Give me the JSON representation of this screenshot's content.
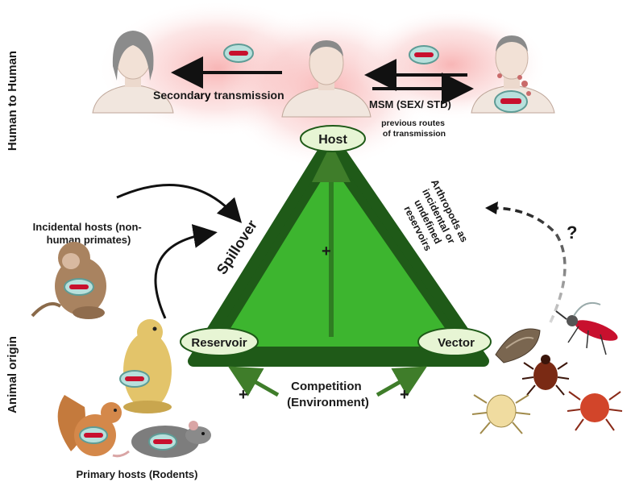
{
  "side_labels": {
    "human_to_human": "Human to Human",
    "animal_origin": "Animal origin"
  },
  "transmission": {
    "secondary_prefix": "Second",
    "secondary_highlight": "ary",
    "secondary_suffix": " transmission",
    "msm": "MSM (SEX/ STD)",
    "previous_routes_line1": "previous routes",
    "previous_routes_line2": "of transmission"
  },
  "triangle": {
    "host": "Host",
    "reservoir": "Reservoir",
    "vector": "Vector",
    "spillover": "Spillover",
    "plus": "+"
  },
  "arthropods": {
    "line1": "Arthropods as",
    "line2": "incidental or",
    "line3": "undefined",
    "line4": "reservoirs",
    "question": "?"
  },
  "competition": {
    "line1": "Competition",
    "line2": "(Environment)",
    "plus": "+"
  },
  "hosts": {
    "incidental_line1": "Incidental hosts (non-",
    "incidental_line2": "human primates)",
    "primary": "Primary hosts (Rodents)"
  },
  "colors": {
    "triangle_dark": "#1f5a18",
    "triangle_light": "#3db52f",
    "node_fill": "#e7f5d4",
    "virus_red": "#c8102e",
    "virus_ring": "#8ec7c2",
    "glow": "#f7b5b5"
  },
  "icons": [
    "woman-icon",
    "man-icon",
    "infected-man-icon",
    "virus-icon",
    "monkey-icon",
    "prairie-dog-icon",
    "squirrel-icon",
    "rat-icon",
    "moth-icon",
    "mosquito-icon",
    "tick-icon",
    "mite-icon"
  ]
}
